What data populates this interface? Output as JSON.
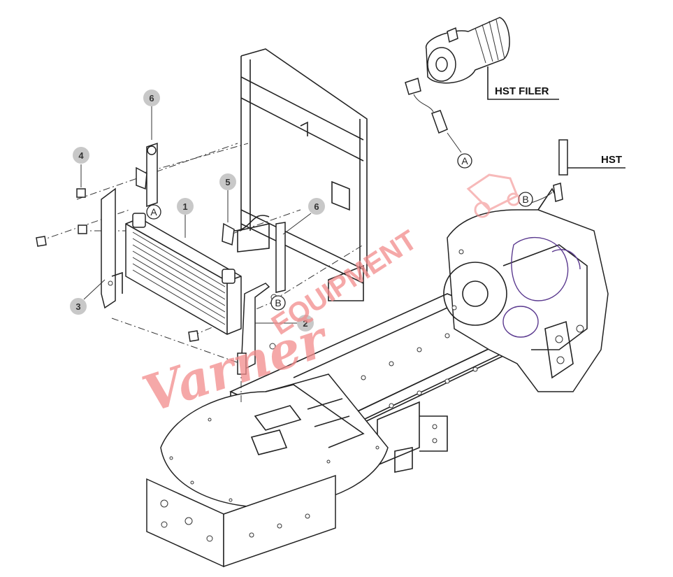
{
  "labels": {
    "hst_filter": "HST FILER",
    "hst": "HST"
  },
  "callouts": [
    {
      "id": "c6a",
      "text": "6"
    },
    {
      "id": "c4",
      "text": "4"
    },
    {
      "id": "c1",
      "text": "1"
    },
    {
      "id": "c5",
      "text": "5"
    },
    {
      "id": "c6b",
      "text": "6"
    },
    {
      "id": "c3",
      "text": "3"
    },
    {
      "id": "c2",
      "text": "2"
    }
  ],
  "connection_markers": [
    {
      "id": "a1",
      "text": "A"
    },
    {
      "id": "a2",
      "text": "A"
    },
    {
      "id": "b1",
      "text": "B"
    },
    {
      "id": "b2",
      "text": "B"
    }
  ],
  "watermark": {
    "script": "Varner",
    "block": "EQUIPMENT"
  },
  "colors": {
    "line": "#222222",
    "callout_fill": "#c8c8c8",
    "watermark": "#f28c8c",
    "pump_highlight": "#5b3a8f"
  }
}
